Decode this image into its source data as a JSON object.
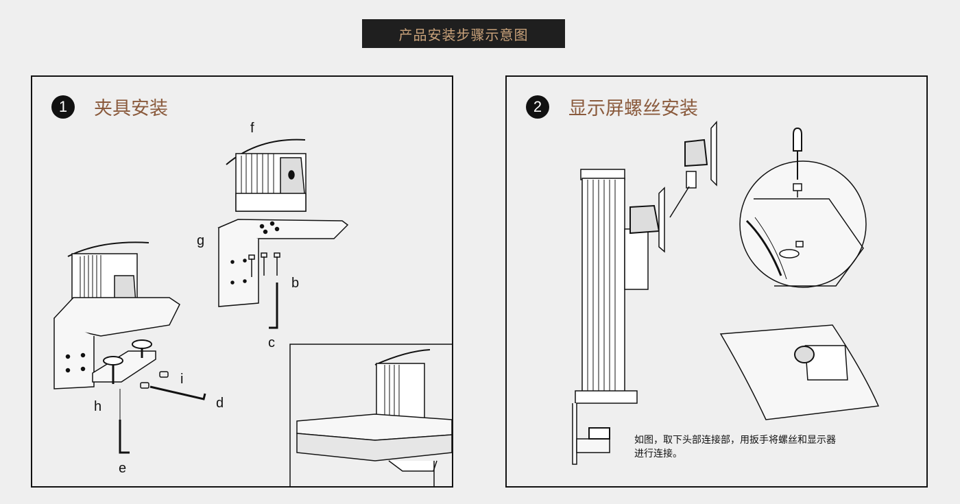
{
  "banner": {
    "title": "产品安装步骤示意图"
  },
  "colors": {
    "banner_bg": "#1f1f1f",
    "banner_text": "#c9a27a",
    "title_text": "#8a5a3c",
    "background": "#efefef"
  },
  "panel1": {
    "badge": "1",
    "title": "夹具安装",
    "labels": {
      "f": "f",
      "g": "g",
      "b": "b",
      "c": "c",
      "i": "i",
      "d": "d",
      "h": "h",
      "e": "e"
    }
  },
  "panel2": {
    "badge": "2",
    "title": "显示屏螺丝安装",
    "note_line1": "如图，取下头部连接部，用扳手将螺丝和显示器",
    "note_line2": "进行连接。"
  }
}
